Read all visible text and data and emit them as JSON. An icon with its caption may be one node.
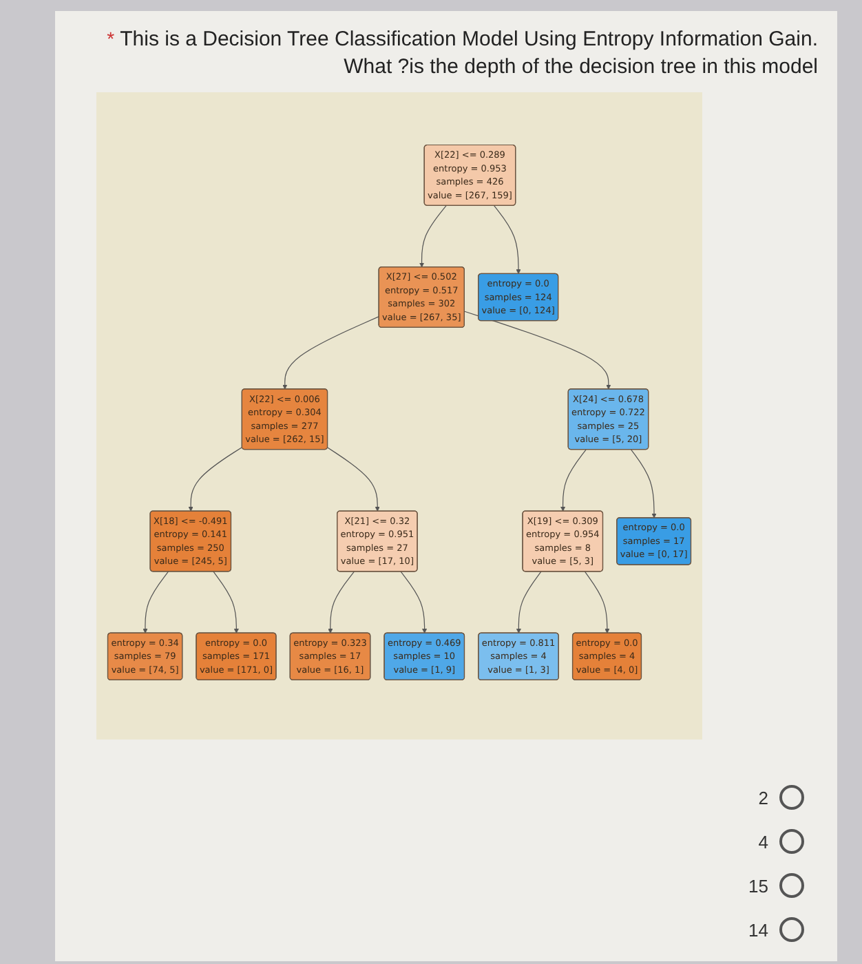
{
  "diagram": {
    "title": "This is a Decision Tree Classification Model Using Entropy Information Gain. What ?is the depth of the decision tree in this model",
    "nodes": [
      {
        "text": [
          "X[22] <= 0.289",
          "entropy = 0.953",
          "samples = 426",
          "value = [267, 159]"
        ]
      },
      {
        "text": [
          "X[27] <= 0.502",
          "entropy = 0.517",
          "samples = 302",
          "value = [267, 35]"
        ]
      },
      {
        "text": [
          "entropy = 0.0",
          "samples = 124",
          "value = [0, 124]"
        ]
      },
      {
        "text": [
          "X[22] <= 0.006",
          "entropy = 0.304",
          "samples = 277",
          "value = [262, 15]"
        ]
      },
      {
        "text": [
          "X[24] <= 0.678",
          "entropy = 0.722",
          "samples = 25",
          "value = [5, 20]"
        ]
      },
      {
        "text": [
          "X[18] <= -0.491",
          "entropy = 0.141",
          "samples = 250",
          "value = [245, 5]"
        ]
      },
      {
        "text": [
          "X[21] <= 0.32",
          "entropy = 0.951",
          "samples = 27",
          "value = [17, 10]"
        ]
      },
      {
        "text": [
          "X[19] <= 0.309",
          "entropy = 0.954",
          "samples = 8",
          "value = [5, 3]"
        ]
      },
      {
        "text": [
          "entropy = 0.0",
          "samples = 17",
          "value = [0, 17]"
        ]
      },
      {
        "text": [
          "entropy = 0.34",
          "samples = 79",
          "value = [74, 5]"
        ]
      },
      {
        "text": [
          "entropy = 0.0",
          "samples = 171",
          "value = [171, 0]"
        ]
      },
      {
        "text": [
          "entropy = 0.323",
          "samples = 17",
          "value = [16, 1]"
        ]
      },
      {
        "text": [
          "entropy = 0.469",
          "samples = 10",
          "value = [1, 9]"
        ]
      },
      {
        "text": [
          "entropy = 0.811",
          "samples = 4",
          "value = [1, 3]"
        ]
      },
      {
        "text": [
          "entropy = 0.0",
          "samples = 4",
          "value = [4, 0]"
        ]
      }
    ],
    "edges": [
      {
        "from": 0,
        "to": 1,
        "arrow": "to"
      },
      {
        "from": 0,
        "to": 2,
        "arrow": "to"
      },
      {
        "from": 1,
        "to": 3,
        "arrow": "to"
      },
      {
        "from": 1,
        "to": 4,
        "arrow": "to"
      },
      {
        "from": 3,
        "to": 5,
        "arrow": "to"
      },
      {
        "from": 3,
        "to": 6,
        "arrow": "to"
      },
      {
        "from": 4,
        "to": 7,
        "arrow": "to"
      },
      {
        "from": 4,
        "to": 8,
        "arrow": "to"
      },
      {
        "from": 5,
        "to": 9,
        "arrow": "to"
      },
      {
        "from": 5,
        "to": 10,
        "arrow": "to"
      },
      {
        "from": 6,
        "to": 11,
        "arrow": "to"
      },
      {
        "from": 6,
        "to": 12,
        "arrow": "to"
      },
      {
        "from": 7,
        "to": 13,
        "arrow": "to"
      },
      {
        "from": 7,
        "to": 14,
        "arrow": "to"
      }
    ],
    "labels": [
      "*",
      "2",
      "4",
      "15",
      "14"
    ]
  }
}
